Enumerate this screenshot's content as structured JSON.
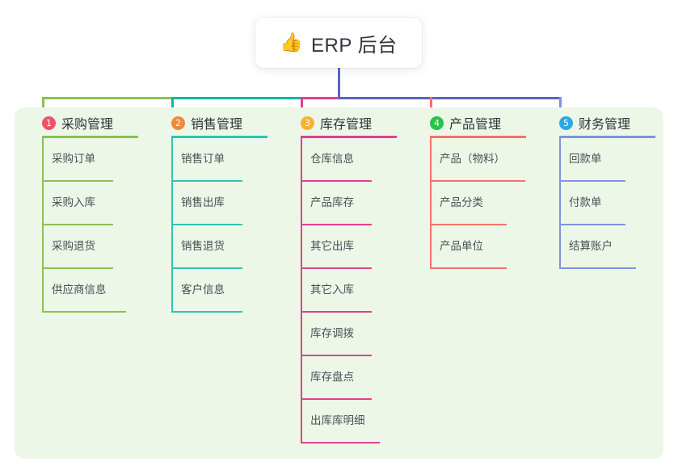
{
  "root": {
    "icon": "thumbs-up-icon",
    "emoji": "👍",
    "title": "ERP 后台"
  },
  "palette": {
    "canvas_background": "#ffffff",
    "panel_background": "#edf7e7",
    "root_card_background": "#ffffff",
    "root_connector": "#5a63c8",
    "text_primary": "#2f333a",
    "text_leaf": "#4a4f57"
  },
  "columns": [
    {
      "number": "1",
      "title": "采购管理",
      "badge_color": "#f25267",
      "line_color": "#8cc152",
      "connector_color": "#8cc152",
      "items": [
        {
          "label": "采购订单",
          "rule_width": 88
        },
        {
          "label": "采购入库",
          "rule_width": 88
        },
        {
          "label": "采购退货",
          "rule_width": 88
        },
        {
          "label": "供应商信息",
          "rule_width": 104
        }
      ]
    },
    {
      "number": "2",
      "title": "销售管理",
      "badge_color": "#f08a3c",
      "line_color": "#2ec4b6",
      "connector_color": "#0fb5ab",
      "items": [
        {
          "label": "销售订单",
          "rule_width": 88
        },
        {
          "label": "销售出库",
          "rule_width": 88
        },
        {
          "label": "销售退货",
          "rule_width": 88
        },
        {
          "label": "客户信息",
          "rule_width": 88
        }
      ]
    },
    {
      "number": "3",
      "title": "库存管理",
      "badge_color": "#fbb034",
      "line_color": "#e2408f",
      "connector_color": "#e2408f",
      "items": [
        {
          "label": "仓库信息",
          "rule_width": 88
        },
        {
          "label": "产品库存",
          "rule_width": 88
        },
        {
          "label": "其它出库",
          "rule_width": 88
        },
        {
          "label": "其它入库",
          "rule_width": 88
        },
        {
          "label": "库存调拨",
          "rule_width": 88
        },
        {
          "label": "库存盘点",
          "rule_width": 88
        },
        {
          "label": "出库库明细",
          "rule_width": 98
        }
      ]
    },
    {
      "number": "4",
      "title": "产品管理",
      "badge_color": "#27c24c",
      "line_color": "#f4726b",
      "connector_color": "#f4726b",
      "items": [
        {
          "label": "产品（物料）",
          "rule_width": 118
        },
        {
          "label": "产品分类",
          "rule_width": 95
        },
        {
          "label": "产品单位",
          "rule_width": 95
        }
      ]
    },
    {
      "number": "5",
      "title": "财务管理",
      "badge_color": "#29a9e8",
      "line_color": "#7d94df",
      "connector_color": "#7d94df",
      "items": [
        {
          "label": "回款单",
          "rule_width": 82
        },
        {
          "label": "付款单",
          "rule_width": 82
        },
        {
          "label": "结算账户",
          "rule_width": 95
        }
      ]
    }
  ]
}
